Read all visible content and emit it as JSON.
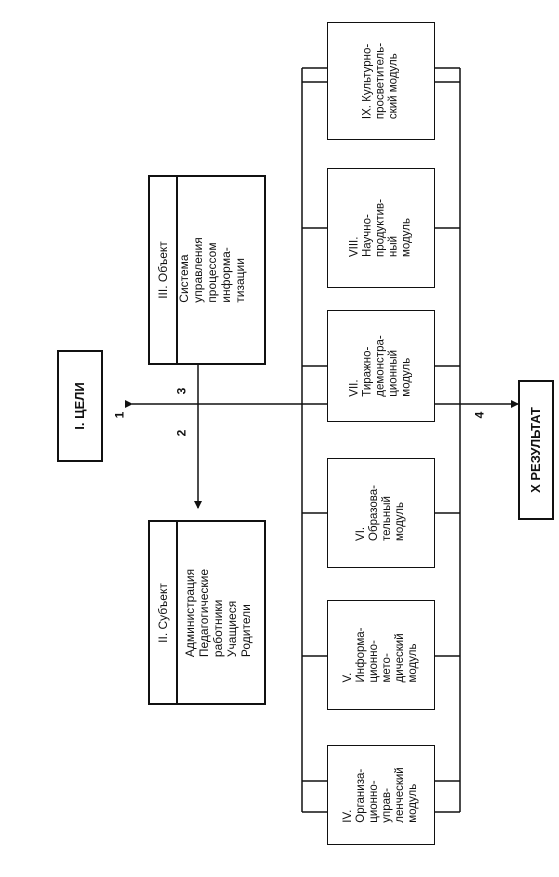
{
  "goals": {
    "label": "I.   ЦЕЛИ"
  },
  "result": {
    "label": "X  РЕЗУЛЬТАТ"
  },
  "subject": {
    "title": "II.  Субъект",
    "lines": "Администрация\nПедагогические работники\nУчащиеся\nРодители"
  },
  "object": {
    "title": "III.  Объект",
    "lines": "Система управления\nпроцессом информа-\nтизации"
  },
  "modules": [
    {
      "label": "IV. Организа-\nционно-управ-\nленческий\nмодуль"
    },
    {
      "label": "V. Информа-\nционно-мето-\nдический\nмодуль"
    },
    {
      "label": "VI. Образова-\nтельный\nмодуль"
    },
    {
      "label": "VII. Тиражно-\nдемонстра-\nционный\nмодуль"
    },
    {
      "label": "VIII. Научно-\nпродуктив-\nный модуль"
    },
    {
      "label": "IX. Культурно-\nпросветитель-\nский модуль"
    }
  ],
  "arrows": {
    "n1": "1",
    "n2": "2",
    "n3": "3",
    "n4": "4"
  }
}
